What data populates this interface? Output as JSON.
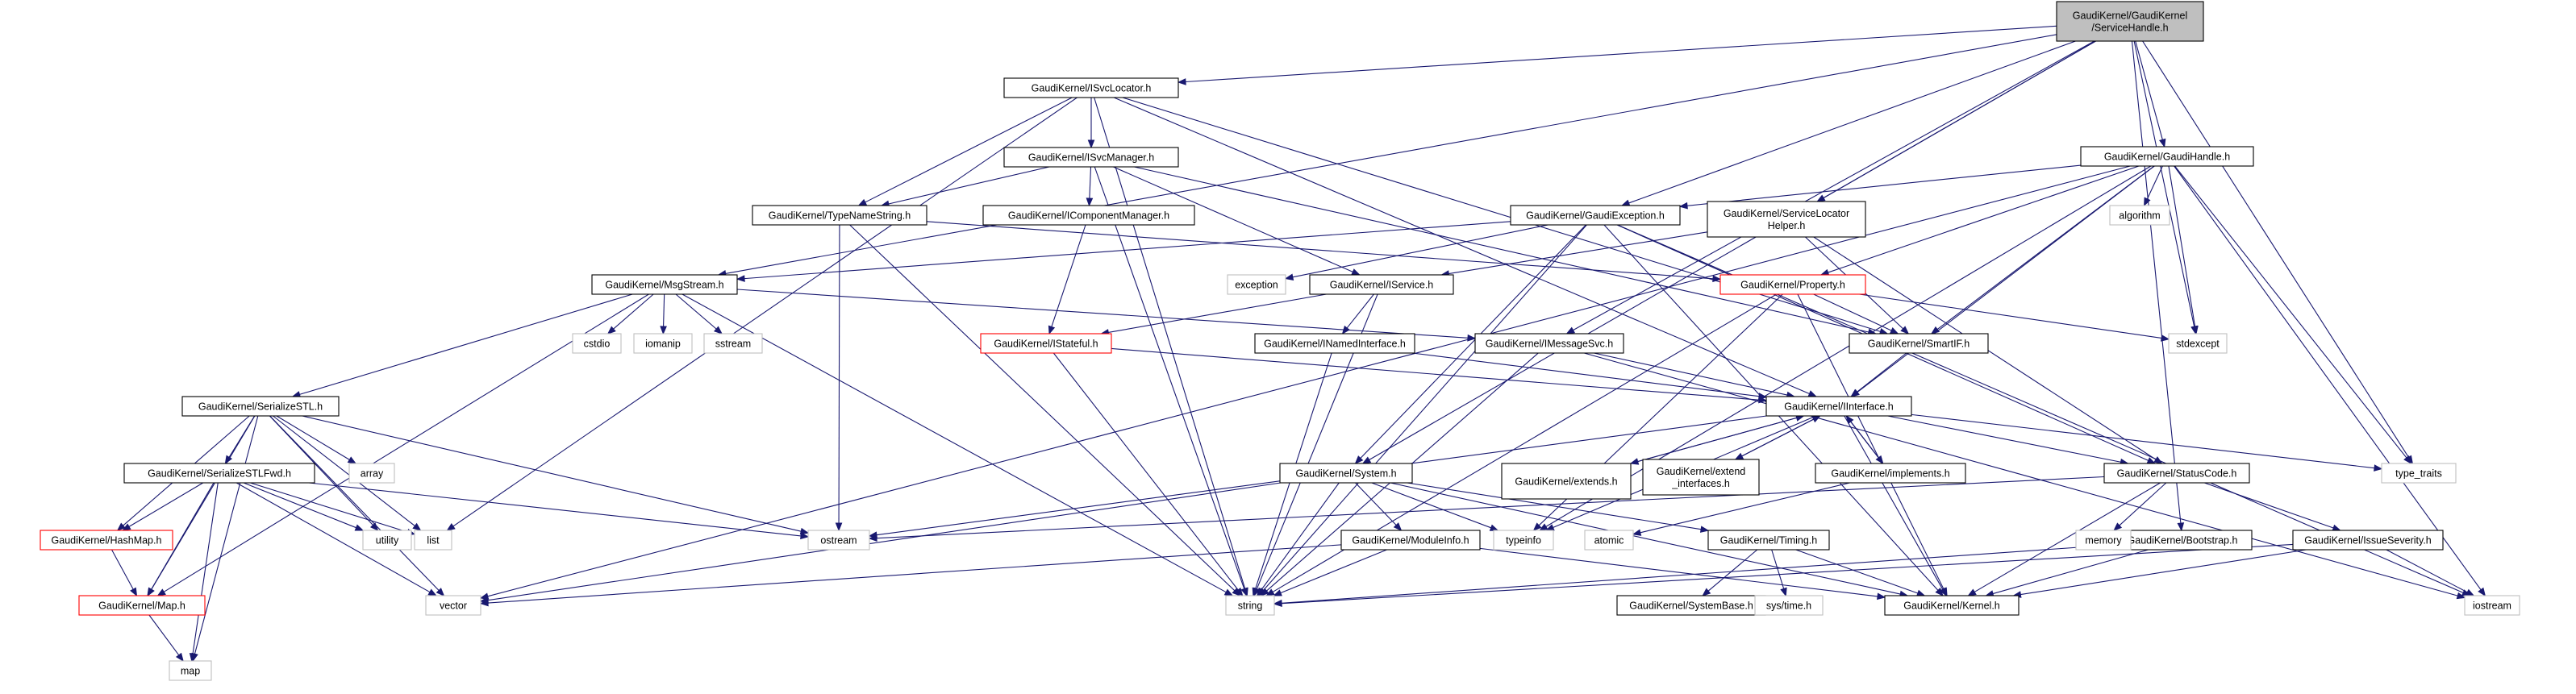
{
  "diagram": {
    "nodes": [
      {
        "id": "root",
        "label": [
          "GaudiKernel/GaudiKernel",
          "/ServiceHandle.h"
        ],
        "style": "root"
      },
      {
        "id": "isvclocator",
        "label": [
          "GaudiKernel/ISvcLocator.h"
        ],
        "style": "normal"
      },
      {
        "id": "gaudihandle",
        "label": [
          "GaudiKernel/GaudiHandle.h"
        ],
        "style": "normal"
      },
      {
        "id": "isvcmanager",
        "label": [
          "GaudiKernel/ISvcManager.h"
        ],
        "style": "normal"
      },
      {
        "id": "typenamestring",
        "label": [
          "GaudiKernel/TypeNameString.h"
        ],
        "style": "normal"
      },
      {
        "id": "icomponentmanager",
        "label": [
          "GaudiKernel/IComponentManager.h"
        ],
        "style": "normal"
      },
      {
        "id": "gaudiexception",
        "label": [
          "GaudiKernel/GaudiException.h"
        ],
        "style": "normal"
      },
      {
        "id": "servicelocatorhelper",
        "label": [
          "GaudiKernel/ServiceLocator",
          "Helper.h"
        ],
        "style": "normal"
      },
      {
        "id": "msgstream",
        "label": [
          "GaudiKernel/MsgStream.h"
        ],
        "style": "normal"
      },
      {
        "id": "iservice",
        "label": [
          "GaudiKernel/IService.h"
        ],
        "style": "normal"
      },
      {
        "id": "property",
        "label": [
          "GaudiKernel/Property.h"
        ],
        "style": "red"
      },
      {
        "id": "istateful",
        "label": [
          "GaudiKernel/IStateful.h"
        ],
        "style": "red"
      },
      {
        "id": "inamedinterface",
        "label": [
          "GaudiKernel/INamedInterface.h"
        ],
        "style": "normal"
      },
      {
        "id": "imessagesvc",
        "label": [
          "GaudiKernel/IMessageSvc.h"
        ],
        "style": "normal"
      },
      {
        "id": "smartif",
        "label": [
          "GaudiKernel/SmartIF.h"
        ],
        "style": "normal"
      },
      {
        "id": "serializestl",
        "label": [
          "GaudiKernel/SerializeSTL.h"
        ],
        "style": "normal"
      },
      {
        "id": "iinterface",
        "label": [
          "GaudiKernel/IInterface.h"
        ],
        "style": "normal"
      },
      {
        "id": "serializestlfwd",
        "label": [
          "GaudiKernel/SerializeSTLFwd.h"
        ],
        "style": "normal"
      },
      {
        "id": "system",
        "label": [
          "GaudiKernel/System.h"
        ],
        "style": "normal"
      },
      {
        "id": "extends",
        "label": [
          "GaudiKernel/extends.h"
        ],
        "style": "normal"
      },
      {
        "id": "extend_interfaces",
        "label": [
          "GaudiKernel/extend",
          "_interfaces.h"
        ],
        "style": "normal"
      },
      {
        "id": "implements",
        "label": [
          "GaudiKernel/implements.h"
        ],
        "style": "normal"
      },
      {
        "id": "statuscode",
        "label": [
          "GaudiKernel/StatusCode.h"
        ],
        "style": "normal"
      },
      {
        "id": "hashmap",
        "label": [
          "GaudiKernel/HashMap.h"
        ],
        "style": "red"
      },
      {
        "id": "mapk",
        "label": [
          "GaudiKernel/Map.h"
        ],
        "style": "red"
      },
      {
        "id": "moduleinfo",
        "label": [
          "GaudiKernel/ModuleInfo.h"
        ],
        "style": "normal"
      },
      {
        "id": "timing",
        "label": [
          "GaudiKernel/Timing.h"
        ],
        "style": "normal"
      },
      {
        "id": "bootstrap",
        "label": [
          "GaudiKernel/Bootstrap.h"
        ],
        "style": "normal"
      },
      {
        "id": "issueseverity",
        "label": [
          "GaudiKernel/IssueSeverity.h"
        ],
        "style": "normal"
      },
      {
        "id": "systembase",
        "label": [
          "GaudiKernel/SystemBase.h"
        ],
        "style": "normal"
      },
      {
        "id": "kernel",
        "label": [
          "GaudiKernel/Kernel.h"
        ],
        "style": "normal"
      },
      {
        "id": "algorithm",
        "label": [
          "algorithm"
        ],
        "style": "ext"
      },
      {
        "id": "exception",
        "label": [
          "exception"
        ],
        "style": "ext"
      },
      {
        "id": "stdexcept",
        "label": [
          "stdexcept"
        ],
        "style": "ext"
      },
      {
        "id": "cstdio",
        "label": [
          "cstdio"
        ],
        "style": "ext"
      },
      {
        "id": "iomanip",
        "label": [
          "iomanip"
        ],
        "style": "ext"
      },
      {
        "id": "sstream",
        "label": [
          "sstream"
        ],
        "style": "ext"
      },
      {
        "id": "array",
        "label": [
          "array"
        ],
        "style": "ext"
      },
      {
        "id": "utility",
        "label": [
          "utility"
        ],
        "style": "ext"
      },
      {
        "id": "list",
        "label": [
          "list"
        ],
        "style": "ext"
      },
      {
        "id": "ostream",
        "label": [
          "ostream"
        ],
        "style": "ext"
      },
      {
        "id": "type_traits",
        "label": [
          "type_traits"
        ],
        "style": "ext"
      },
      {
        "id": "typeinfo",
        "label": [
          "typeinfo"
        ],
        "style": "ext"
      },
      {
        "id": "atomic",
        "label": [
          "atomic"
        ],
        "style": "ext"
      },
      {
        "id": "memory",
        "label": [
          "memory"
        ],
        "style": "ext"
      },
      {
        "id": "vector",
        "label": [
          "vector"
        ],
        "style": "ext"
      },
      {
        "id": "string",
        "label": [
          "string"
        ],
        "style": "ext"
      },
      {
        "id": "systime",
        "label": [
          "sys/time.h"
        ],
        "style": "ext"
      },
      {
        "id": "iostream",
        "label": [
          "iostream"
        ],
        "style": "ext"
      },
      {
        "id": "map",
        "label": [
          "map"
        ],
        "style": "ext"
      }
    ],
    "edges": [
      [
        "root",
        "isvclocator"
      ],
      [
        "root",
        "gaudihandle"
      ],
      [
        "root",
        "gaudiexception"
      ],
      [
        "root",
        "servicelocatorhelper"
      ],
      [
        "root",
        "msgstream"
      ],
      [
        "root",
        "imessagesvc"
      ],
      [
        "root",
        "system"
      ],
      [
        "root",
        "bootstrap"
      ],
      [
        "root",
        "stdexcept"
      ],
      [
        "root",
        "type_traits"
      ],
      [
        "isvclocator",
        "isvcmanager"
      ],
      [
        "isvclocator",
        "typenamestring"
      ],
      [
        "isvclocator",
        "smartif"
      ],
      [
        "isvclocator",
        "iinterface"
      ],
      [
        "isvclocator",
        "list"
      ],
      [
        "isvclocator",
        "string"
      ],
      [
        "isvcmanager",
        "icomponentmanager"
      ],
      [
        "isvcmanager",
        "typenamestring"
      ],
      [
        "isvcmanager",
        "iservice"
      ],
      [
        "isvcmanager",
        "smartif"
      ],
      [
        "isvcmanager",
        "string"
      ],
      [
        "typenamestring",
        "string"
      ],
      [
        "typenamestring",
        "ostream"
      ],
      [
        "typenamestring",
        "property"
      ],
      [
        "icomponentmanager",
        "istateful"
      ],
      [
        "gaudihandle",
        "gaudiexception"
      ],
      [
        "gaudihandle",
        "property"
      ],
      [
        "gaudihandle",
        "smartif"
      ],
      [
        "gaudihandle",
        "iinterface"
      ],
      [
        "gaudihandle",
        "algorithm"
      ],
      [
        "gaudihandle",
        "stdexcept"
      ],
      [
        "gaudihandle",
        "type_traits"
      ],
      [
        "gaudihandle",
        "iostream"
      ],
      [
        "gaudihandle",
        "vector"
      ],
      [
        "gaudihandle",
        "typeinfo"
      ],
      [
        "gaudiexception",
        "msgstream"
      ],
      [
        "gaudiexception",
        "system"
      ],
      [
        "gaudiexception",
        "statuscode"
      ],
      [
        "gaudiexception",
        "kernel"
      ],
      [
        "gaudiexception",
        "exception"
      ],
      [
        "gaudiexception",
        "string"
      ],
      [
        "gaudiexception",
        "iostream"
      ],
      [
        "servicelocatorhelper",
        "iservice"
      ],
      [
        "servicelocatorhelper",
        "smartif"
      ],
      [
        "servicelocatorhelper",
        "statuscode"
      ],
      [
        "msgstream",
        "imessagesvc"
      ],
      [
        "msgstream",
        "serializestl"
      ],
      [
        "msgstream",
        "cstdio"
      ],
      [
        "msgstream",
        "iomanip"
      ],
      [
        "msgstream",
        "sstream"
      ],
      [
        "msgstream",
        "string"
      ],
      [
        "msgstream",
        "mapk"
      ],
      [
        "iservice",
        "istateful"
      ],
      [
        "iservice",
        "inamedinterface"
      ],
      [
        "iservice",
        "string"
      ],
      [
        "property",
        "smartif"
      ],
      [
        "property",
        "kernel"
      ],
      [
        "property",
        "stdexcept"
      ],
      [
        "property",
        "string"
      ],
      [
        "property",
        "typeinfo"
      ],
      [
        "istateful",
        "iinterface"
      ],
      [
        "istateful",
        "string"
      ],
      [
        "inamedinterface",
        "iinterface"
      ],
      [
        "inamedinterface",
        "string"
      ],
      [
        "imessagesvc",
        "iinterface"
      ],
      [
        "imessagesvc",
        "string"
      ],
      [
        "imessagesvc",
        "iostream"
      ],
      [
        "smartif",
        "iinterface"
      ],
      [
        "serializestl",
        "serializestlfwd"
      ],
      [
        "serializestl",
        "hashmap"
      ],
      [
        "serializestl",
        "mapk"
      ],
      [
        "serializestl",
        "array"
      ],
      [
        "serializestl",
        "utility"
      ],
      [
        "serializestl",
        "list"
      ],
      [
        "serializestl",
        "ostream"
      ],
      [
        "serializestl",
        "vector"
      ],
      [
        "serializestl",
        "map"
      ],
      [
        "serializestlfwd",
        "hashmap"
      ],
      [
        "serializestlfwd",
        "mapk"
      ],
      [
        "serializestlfwd",
        "utility"
      ],
      [
        "serializestlfwd",
        "list"
      ],
      [
        "serializestlfwd",
        "vector"
      ],
      [
        "serializestlfwd",
        "map"
      ],
      [
        "serializestlfwd",
        "ostream"
      ],
      [
        "hashmap",
        "mapk"
      ],
      [
        "mapk",
        "map"
      ],
      [
        "iinterface",
        "extends"
      ],
      [
        "iinterface",
        "extend_interfaces"
      ],
      [
        "iinterface",
        "implements"
      ],
      [
        "iinterface",
        "statuscode"
      ],
      [
        "iinterface",
        "kernel"
      ],
      [
        "iinterface",
        "ostream"
      ],
      [
        "iinterface",
        "type_traits"
      ],
      [
        "iinterface",
        "typeinfo"
      ],
      [
        "extends",
        "iinterface"
      ],
      [
        "extend_interfaces",
        "iinterface"
      ],
      [
        "implements",
        "iinterface"
      ],
      [
        "implements",
        "atomic"
      ],
      [
        "system",
        "moduleinfo"
      ],
      [
        "system",
        "timing"
      ],
      [
        "system",
        "kernel"
      ],
      [
        "system",
        "string"
      ],
      [
        "system",
        "vector"
      ],
      [
        "system",
        "typeinfo"
      ],
      [
        "statuscode",
        "issueseverity"
      ],
      [
        "statuscode",
        "kernel"
      ],
      [
        "statuscode",
        "memory"
      ],
      [
        "statuscode",
        "ostream"
      ],
      [
        "moduleinfo",
        "kernel"
      ],
      [
        "moduleinfo",
        "string"
      ],
      [
        "moduleinfo",
        "vector"
      ],
      [
        "timing",
        "kernel"
      ],
      [
        "timing",
        "systembase"
      ],
      [
        "timing",
        "systime"
      ],
      [
        "bootstrap",
        "kernel"
      ],
      [
        "bootstrap",
        "string"
      ],
      [
        "issueseverity",
        "kernel"
      ],
      [
        "issueseverity",
        "string"
      ],
      [
        "issueseverity",
        "iostream"
      ]
    ]
  }
}
